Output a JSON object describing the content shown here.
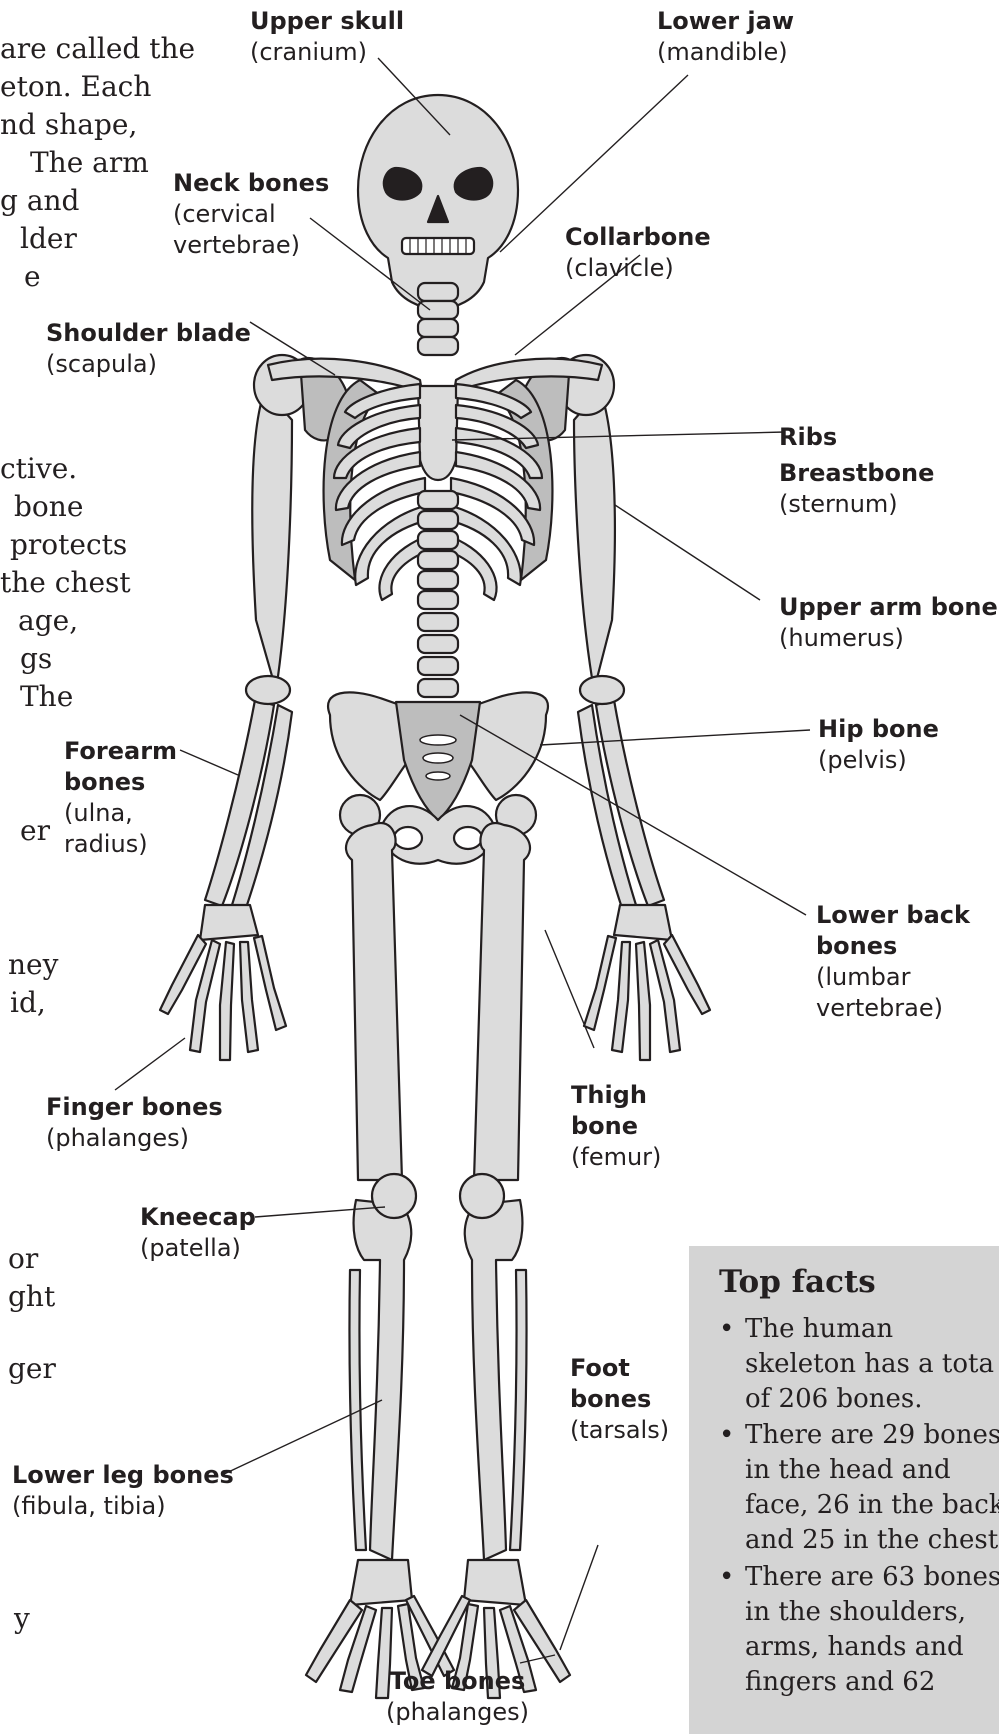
{
  "body_text": [
    "are called the",
    "eton. Each",
    "nd shape,",
    "The arm",
    "g and",
    "lder",
    "e",
    "ctive.",
    "bone",
    "protects",
    "the chest",
    "age,",
    "gs",
    "The",
    "er",
    "ney",
    "id,",
    "or",
    "ght",
    "ger",
    "y"
  ],
  "labels": {
    "upper_skull": {
      "name": "Upper skull",
      "sci": "(cranium)"
    },
    "lower_jaw": {
      "name": "Lower jaw",
      "sci": "(mandible)"
    },
    "neck_bones": {
      "name": "Neck bones",
      "sci1": "(cervical",
      "sci2": "vertebrae)"
    },
    "collarbone": {
      "name": "Collarbone",
      "sci": "(clavicle)"
    },
    "shoulder_blade": {
      "name": "Shoulder blade",
      "sci": "(scapula)"
    },
    "ribs": {
      "name": "Ribs"
    },
    "breastbone": {
      "name": "Breastbone",
      "sci": "(sternum)"
    },
    "upper_arm": {
      "name": "Upper arm bone",
      "sci": "(humerus)"
    },
    "forearm": {
      "name1": "Forearm",
      "name2": "bones",
      "sci1": "(ulna,",
      "sci2": "radius)"
    },
    "hip_bone": {
      "name": "Hip bone",
      "sci": "(pelvis)"
    },
    "lower_back": {
      "name1": "Lower back",
      "name2": "bones",
      "sci1": "(lumbar",
      "sci2": "vertebrae)"
    },
    "finger_bones": {
      "name": "Finger bones",
      "sci": "(phalanges)"
    },
    "thigh_bone": {
      "name1": "Thigh",
      "name2": "bone",
      "sci": "(femur)"
    },
    "kneecap": {
      "name": "Kneecap",
      "sci": "(patella)"
    },
    "foot_bones": {
      "name1": "Foot",
      "name2": "bones",
      "sci": "(tarsals)"
    },
    "lower_leg": {
      "name": "Lower leg bones",
      "sci": "(fibula, tibia)"
    },
    "toe_bones": {
      "name": "Toe bones",
      "sci": "(phalanges)"
    }
  },
  "facts": {
    "title": "Top facts",
    "items": [
      [
        "The human",
        "skeleton has a tota",
        "of 206 bones."
      ],
      [
        "There are 29 bones",
        "in the head and",
        "face, 26 in the back",
        "and 25 in the chest"
      ],
      [
        "There are 63 bones",
        "in the shoulders,",
        "arms, hands and",
        "fingers and 62"
      ]
    ]
  },
  "colors": {
    "bone": "#dcdcdc",
    "bone_shade": "#bdbdbd",
    "outline": "#231f20",
    "facts_bg": "#d4d4d4"
  }
}
